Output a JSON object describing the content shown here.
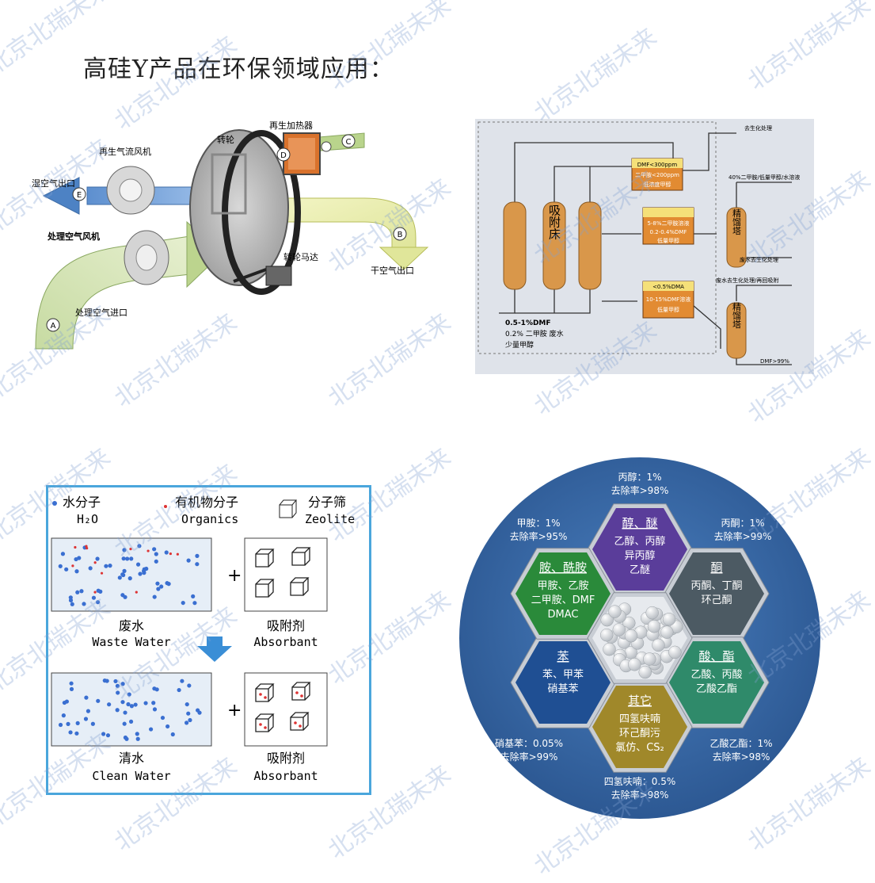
{
  "title": "高硅Y产品在环保领域应用：",
  "watermark": "北京北瑞未来",
  "wheel_diagram": {
    "regen_heater": "再生加热器",
    "rotor": "转轮",
    "regen_fan": "再生气流风机",
    "wet_outlet": "湿空气出口",
    "process_fan": "处理空气风机",
    "rotor_motor": "转轮马达",
    "dry_outlet": "干空气出口",
    "process_inlet": "处理空气进口",
    "markers": [
      "A",
      "B",
      "C",
      "D",
      "E"
    ]
  },
  "process_flow": {
    "out_top": "去生化处理",
    "box1": [
      "DMF<300ppm",
      "二甲胺<200ppm",
      "低浓度甲醇"
    ],
    "box2": [
      "5-8%二甲胺溶液",
      "0.2-0.4%DMF",
      "低量甲醇"
    ],
    "box3": [
      "<0.5%DMA",
      "10-15%DMF溶液",
      "低量甲醇"
    ],
    "bed": "吸附床",
    "col1": "精馏塔",
    "col2": "精馏塔",
    "out_40": "40%二甲胺/低量甲醇/水溶液",
    "waste_bio": "废水去生化处理",
    "waste_bio2": "废水去生化处理/再回吸附",
    "dmf_out": "DMF>99%",
    "inlet": [
      "0.5-1%DMF",
      "0.2% 二甲胺    废水",
      "少量甲醇"
    ]
  },
  "adsorption": {
    "legend": [
      {
        "cn": "水分子",
        "en": "H₂O"
      },
      {
        "cn": "有机物分子",
        "en": "Organics"
      },
      {
        "cn": "分子筛",
        "en": "Zeolite"
      }
    ],
    "plus": "+",
    "waste_cn": "废水",
    "waste_en": "Waste Water",
    "abs_cn": "吸附剂",
    "abs_en": "Absorbant",
    "clean_cn": "清水",
    "clean_en": "Clean Water",
    "abs2_cn": "吸附剂",
    "abs2_en": "Absorbant"
  },
  "hexagons": {
    "center_color": "#2e5f9e",
    "items": [
      {
        "title": "醇、醚",
        "lines": [
          "乙醇、丙醇",
          "异丙醇",
          "乙醚"
        ],
        "color": "#5a3d9a"
      },
      {
        "title": "酮",
        "lines": [
          "丙酮、丁酮",
          "环己酮"
        ],
        "color": "#4c5a63"
      },
      {
        "title": "酸、酯",
        "lines": [
          "乙酸、丙酸",
          "乙酸乙酯"
        ],
        "color": "#2f8a6a"
      },
      {
        "title": "其它",
        "lines": [
          "四氢呋喃",
          "环己酮污",
          "氯仿、CS₂"
        ],
        "color": "#a0882a"
      },
      {
        "title": "苯",
        "lines": [
          "苯、甲苯",
          "硝基苯"
        ],
        "color": "#1f4f93"
      },
      {
        "title": "胺、酰胺",
        "lines": [
          "甲胺、乙胺",
          "二甲胺、DMF",
          "DMAC"
        ],
        "color": "#2a8a3a"
      }
    ],
    "labels": [
      {
        "a": "丙醇：1%",
        "b": "去除率>98%"
      },
      {
        "a": "丙酮：1%",
        "b": "去除率>99%"
      },
      {
        "a": "甲胺：1%",
        "b": "去除率>95%"
      },
      {
        "a": "硝基苯：0.05%",
        "b": "去除率>99%"
      },
      {
        "a": "乙酸乙酯：1%",
        "b": "去除率>98%"
      },
      {
        "a": "四氢呋喃：0.5%",
        "b": "去除率>98%"
      }
    ]
  }
}
